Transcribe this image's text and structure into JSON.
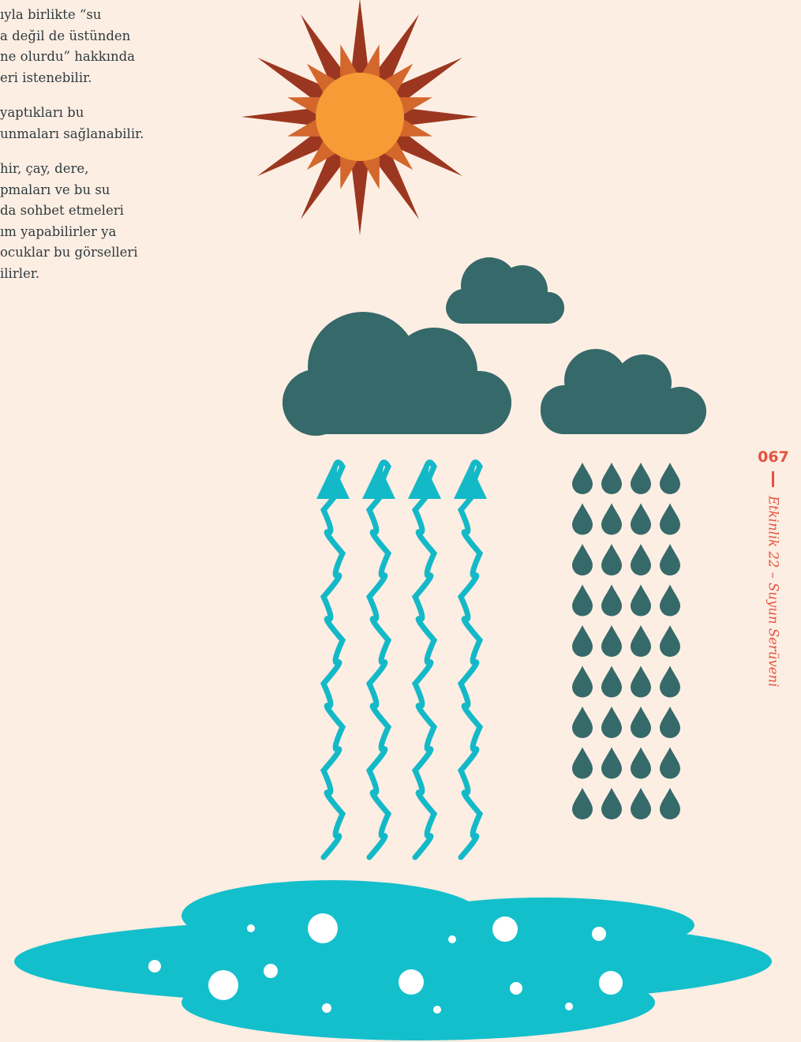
{
  "paragraphs": [
    {
      "lines": [
        "ıyla birlikte “su",
        "a değil de üstünden",
        "ne olurdu” hakkında",
        "eri istenebilir."
      ]
    },
    {
      "lines": [
        "yaptıkları bu",
        "unmaları sağlanabilir."
      ]
    },
    {
      "lines": [
        "hir, çay, dere,",
        "pmaları ve bu su",
        "da sohbet etmeleri",
        "ım yapabilirler ya",
        "ocuklar bu görselleri",
        "ilirler."
      ]
    }
  ],
  "page": {
    "number": "067",
    "section_title": "Etkinlik 22 – Suyun Serüveni"
  },
  "colors": {
    "background": "#fdeee3",
    "sun_outer_rays": "#9b3720",
    "sun_inner_rays": "#d3672c",
    "sun_core": "#f69b36",
    "cloud": "#36696a",
    "vapor_arrows": "#14b9c8",
    "raindrops": "#36696a",
    "water_pool": "#14bfcc",
    "accent_text": "#e5533f"
  },
  "illustration": {
    "vapor_arrow_count": 4,
    "raindrop_columns": 4,
    "raindrop_rows": 9
  }
}
